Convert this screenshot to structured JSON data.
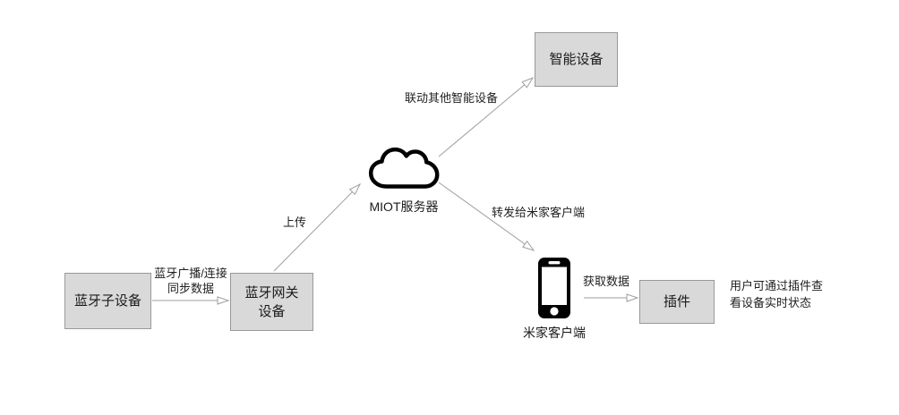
{
  "diagram": {
    "background": "#ffffff",
    "colors": {
      "node_fill": "#d9d9d9",
      "node_border": "#999999",
      "arrow": "#9e9e9e",
      "icon": "#000000",
      "text": "#1a1a1a"
    },
    "nodes": {
      "bluetooth_sub_device": {
        "label": "蓝牙子设备"
      },
      "bluetooth_gateway": {
        "line1": "蓝牙网关",
        "line2": "设备"
      },
      "smart_device": {
        "label": "智能设备"
      },
      "miot_server": {
        "label": "MIOT服务器",
        "icon": "cloud-icon"
      },
      "mijia_client": {
        "label": "米家客户端",
        "icon": "smartphone-icon"
      },
      "plugin": {
        "label": "插件"
      }
    },
    "edges": {
      "sync": {
        "from": "bluetooth_sub_device",
        "to": "bluetooth_gateway",
        "line1": "蓝牙广播/连接",
        "line2": "同步数据"
      },
      "upload": {
        "from": "bluetooth_gateway",
        "to": "miot_server",
        "label": "上传"
      },
      "linkage": {
        "from": "miot_server",
        "to": "smart_device",
        "label": "联动其他智能设备"
      },
      "forward": {
        "from": "miot_server",
        "to": "mijia_client",
        "label": "转发给米家客户端"
      },
      "fetch": {
        "from": "mijia_client",
        "to": "plugin",
        "label": "获取数据"
      }
    },
    "note": {
      "line1": "用户可通过插件查",
      "line2": "看设备实时状态"
    }
  }
}
